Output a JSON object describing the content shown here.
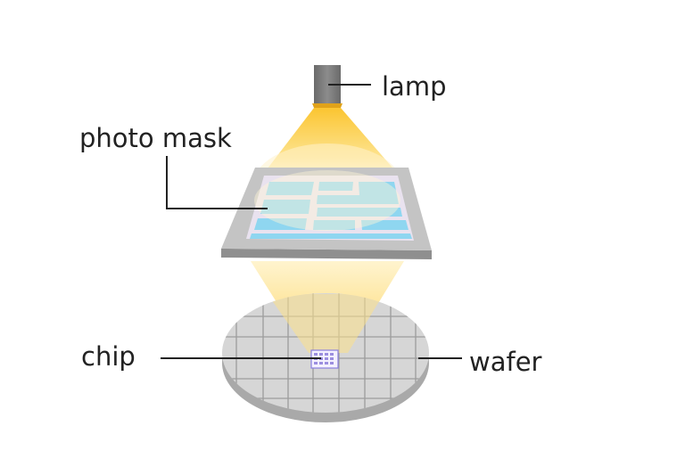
{
  "labels": {
    "lamp": "lamp",
    "photo_mask": "photo mask",
    "chip": "chip",
    "wafer": "wafer"
  },
  "colors": {
    "lamp_body": "#777777",
    "light": "#fcd46a",
    "mask_frame": "#bdbdbd",
    "mask_pattern": "#8fd6f0",
    "wafer_top": "#d6d6d6",
    "wafer_side": "#a9a9a9",
    "chip": "#9b8ee0",
    "leader_line": "#222222"
  }
}
